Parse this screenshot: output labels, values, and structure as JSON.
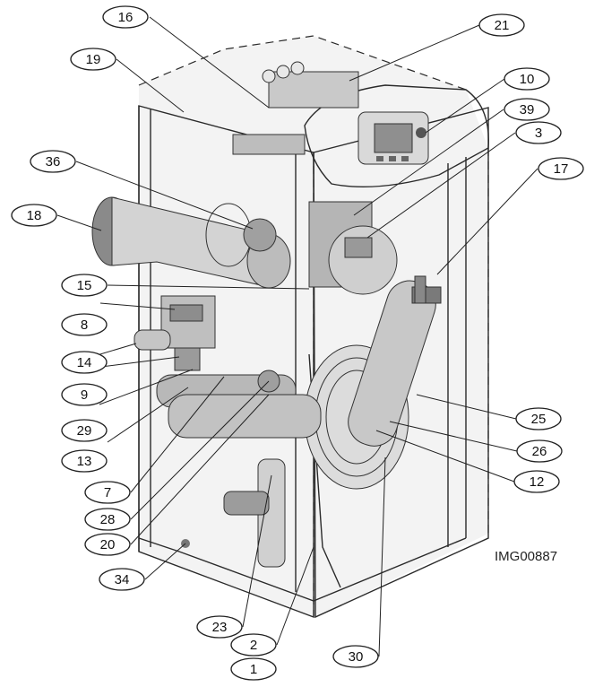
{
  "image_code": "IMG00887",
  "callouts": [
    "16",
    "21",
    "19",
    "10",
    "39",
    "3",
    "36",
    "17",
    "18",
    "15",
    "8",
    "14",
    "9",
    "29",
    "13",
    "7",
    "28",
    "20",
    "34",
    "25",
    "26",
    "12",
    "23",
    "2",
    "1",
    "30"
  ]
}
